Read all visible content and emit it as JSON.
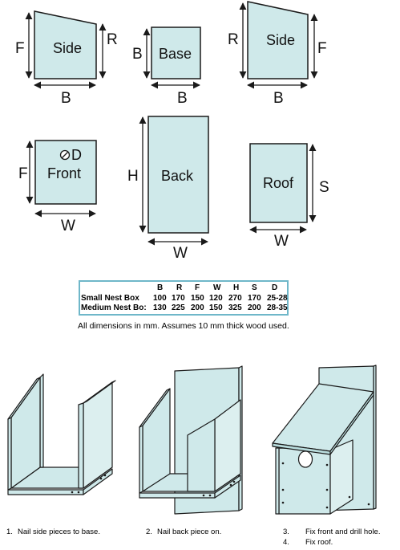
{
  "colors": {
    "panel_fill": "#cfe9ea",
    "outline": "#1a1a1a",
    "table_border": "#6fb7c9"
  },
  "pieces": {
    "side_left": {
      "label": "Side",
      "dims": {
        "left": "F",
        "right": "R",
        "bottom": "B"
      }
    },
    "base": {
      "label": "Base",
      "dims": {
        "left": "B",
        "bottom": "B"
      }
    },
    "side_right": {
      "label": "Side",
      "dims": {
        "left": "R",
        "right": "F",
        "bottom": "B"
      }
    },
    "front": {
      "label": "Front",
      "hole": "D",
      "dims": {
        "left": "F",
        "bottom": "W"
      }
    },
    "back": {
      "label": "Back",
      "dims": {
        "left": "H",
        "bottom": "W"
      }
    },
    "roof": {
      "label": "Roof",
      "dims": {
        "right": "S",
        "bottom": "W"
      }
    }
  },
  "table": {
    "headers": [
      "B",
      "R",
      "F",
      "W",
      "H",
      "S",
      "D"
    ],
    "rows": [
      {
        "name": "Small Nest Box",
        "values": [
          "100",
          "170",
          "150",
          "120",
          "270",
          "170",
          "25-28"
        ]
      },
      {
        "name": "Medium Nest Bo:",
        "values": [
          "130",
          "225",
          "200",
          "150",
          "325",
          "200",
          "28-35"
        ]
      }
    ]
  },
  "note": "All dimensions in mm. Assumes 10 mm thick wood used.",
  "steps": [
    {
      "number": "1.",
      "text": "Nail side pieces to base."
    },
    {
      "number": "2.",
      "text": "Nail back piece on."
    },
    {
      "number": "3.",
      "text": "Fix front and drill hole."
    },
    {
      "number": "4.",
      "text": "Fix roof."
    }
  ]
}
